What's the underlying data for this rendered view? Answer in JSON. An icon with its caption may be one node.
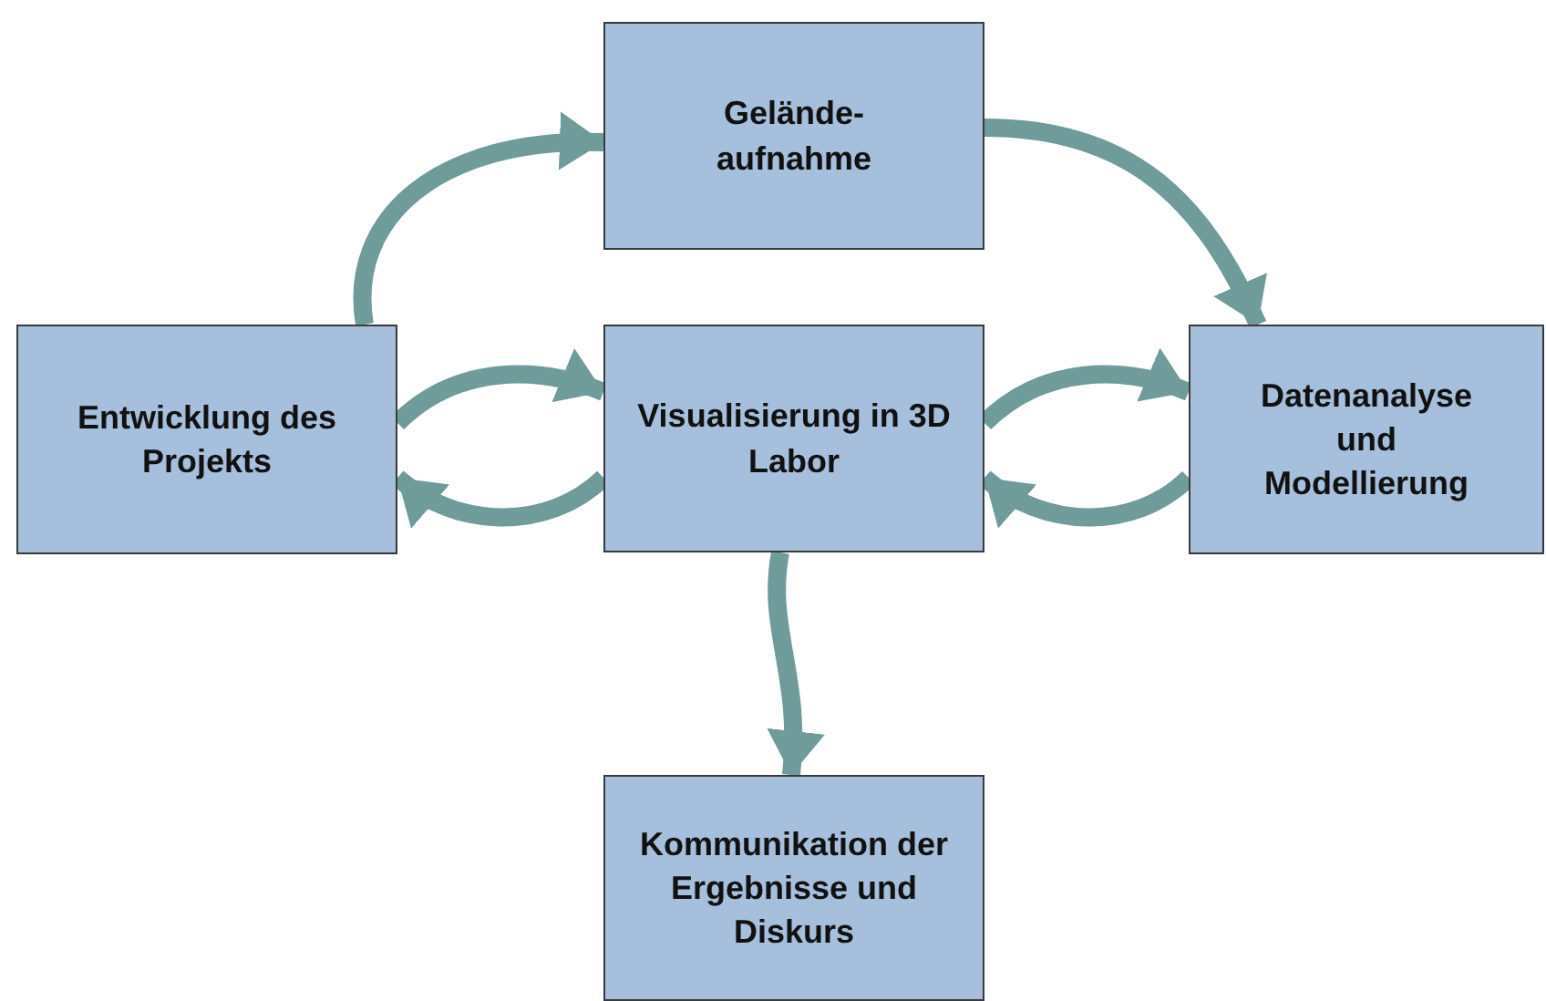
{
  "diagram": {
    "nodes": [
      {
        "text": [
          "Gelände-aufnahme"
        ]
      },
      {
        "text": [
          "Entwicklung des Projekts"
        ]
      },
      {
        "text": [
          "Visualisierung in 3D Labor"
        ]
      },
      {
        "text": [
          "Datenanalyse und Modellierung"
        ]
      },
      {
        "text": [
          "Kommunikation der Ergebnisse und Diskurs"
        ]
      }
    ],
    "edges": [
      {
        "from": 1,
        "to": 0,
        "arrow": "to"
      },
      {
        "from": 0,
        "to": 3,
        "arrow": "to"
      },
      {
        "from": 1,
        "to": 2,
        "arrow": "to"
      },
      {
        "from": 2,
        "to": 1,
        "arrow": "to"
      },
      {
        "from": 2,
        "to": 3,
        "arrow": "to"
      },
      {
        "from": 3,
        "to": 2,
        "arrow": "to"
      },
      {
        "from": 2,
        "to": 4,
        "arrow": "to"
      }
    ]
  }
}
